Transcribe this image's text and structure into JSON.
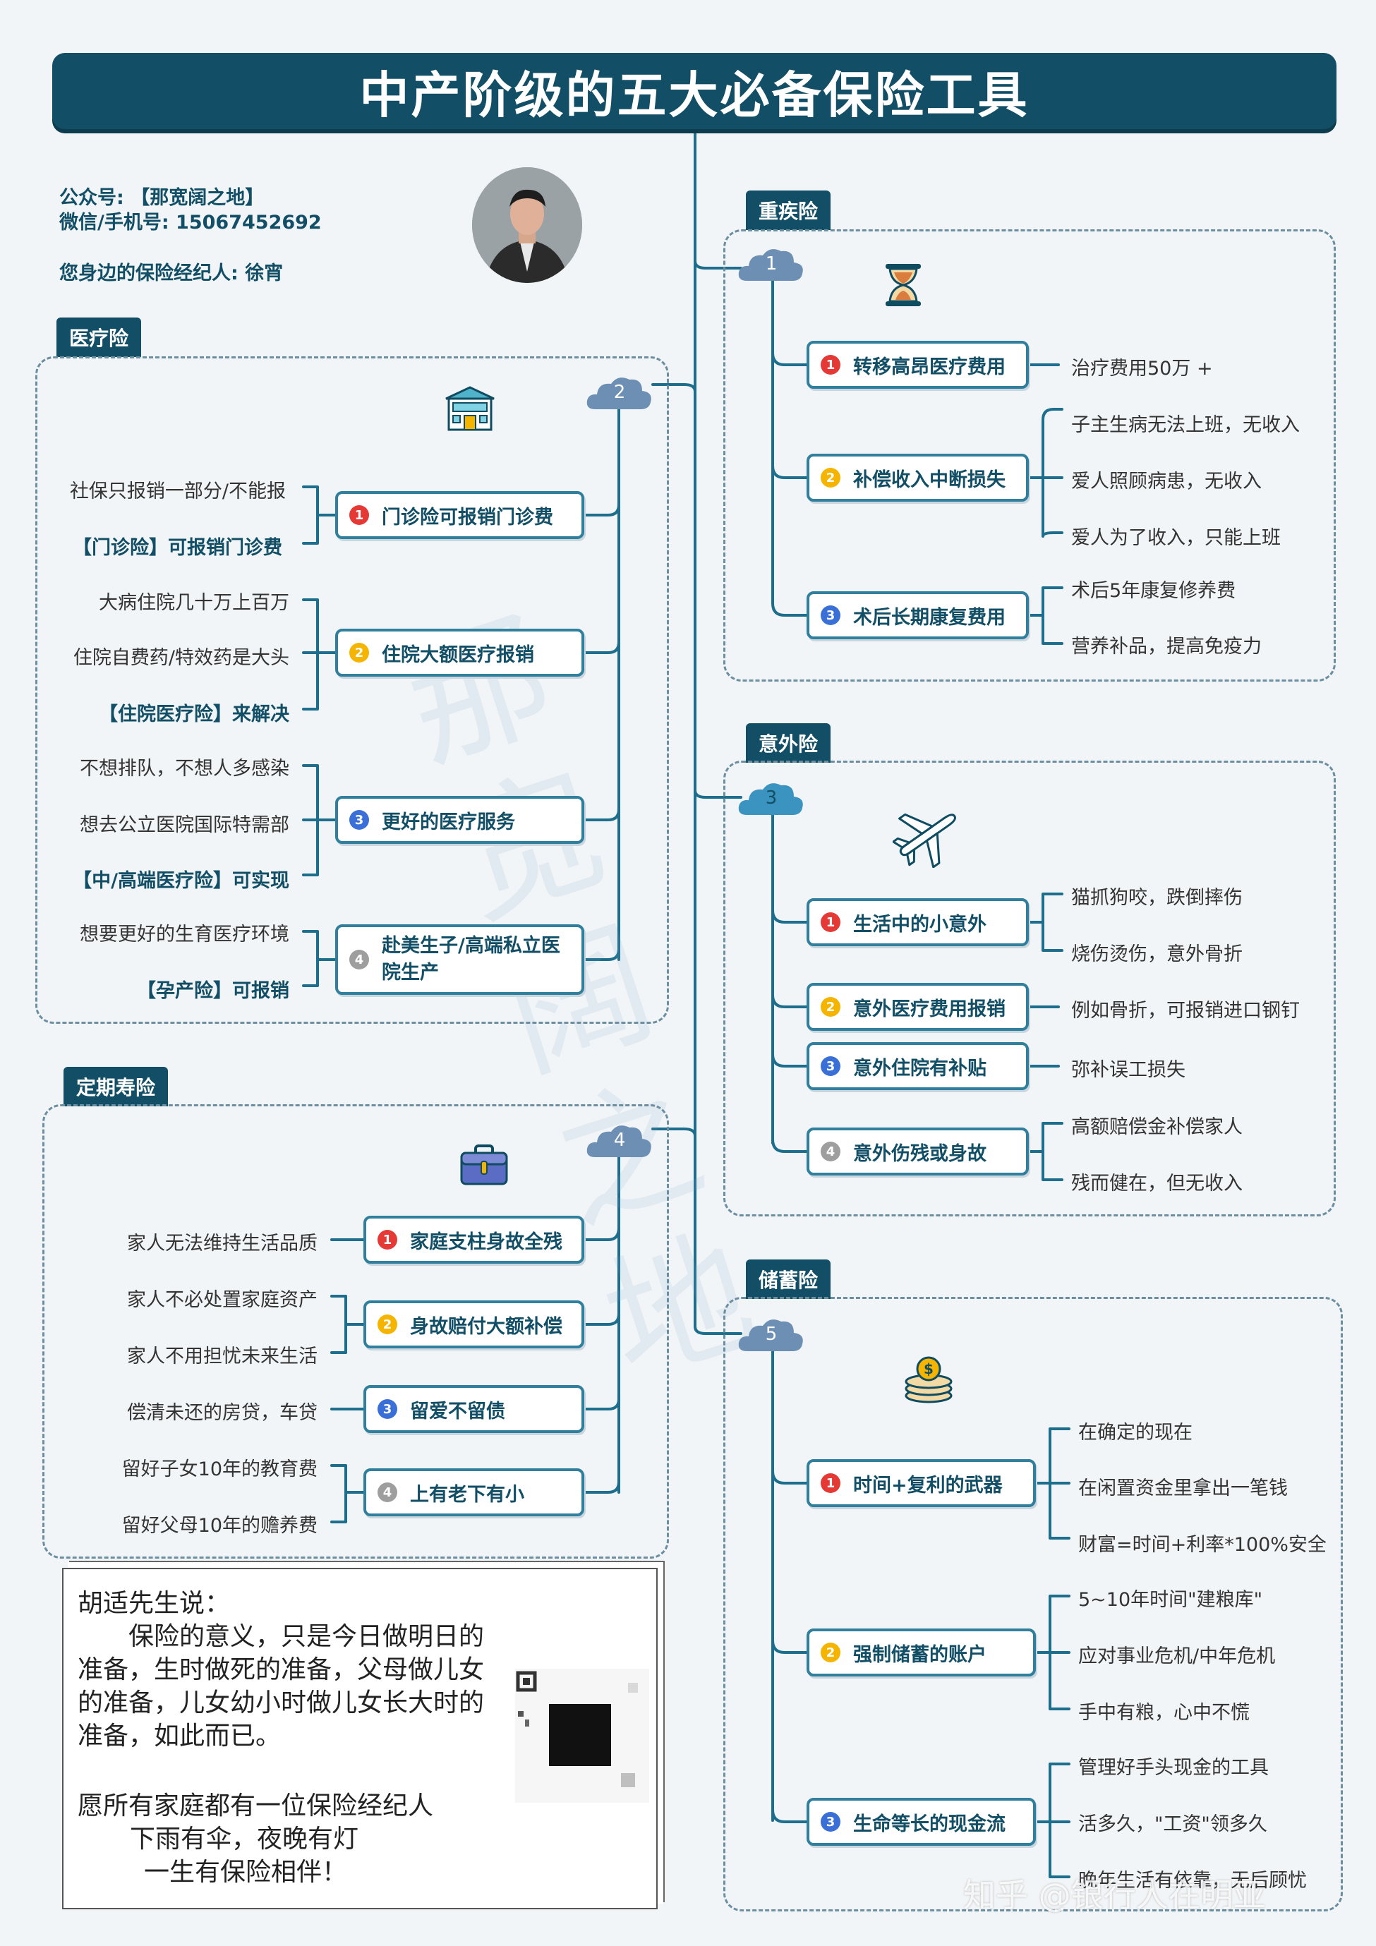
{
  "title": "中产阶级的五大必备保险工具",
  "contact": {
    "line1": "公众号: 【那宽阔之地】",
    "line2": "微信/手机号: 15067452692",
    "line3": "您身边的保险经纪人: 徐宵"
  },
  "sections": {
    "s1": {
      "tag": "重疾险",
      "cloud": "1",
      "icon": "hourglass-icon",
      "nodes": [
        {
          "n": "❶",
          "label": "转移高昂医疗费用",
          "leaves": [
            "治疗费用50万 +"
          ]
        },
        {
          "n": "❷",
          "label": "补偿收入中断损失",
          "leaves": [
            "子主生病无法上班，无收入",
            "爱人照顾病患，无收入",
            "爱人为了收入，只能上班"
          ]
        },
        {
          "n": "❸",
          "label": "术后长期康复费用",
          "leaves": [
            "术后5年康复修养费",
            "营养补品，提高免疫力"
          ]
        }
      ]
    },
    "s2": {
      "tag": "医疗险",
      "cloud": "2",
      "icon": "hospital-icon",
      "nodes": [
        {
          "n": "❶",
          "label": "门诊险可报销门诊费",
          "leaves": [
            "社保只报销一部分/不能报",
            "【门诊险】可报销门诊费"
          ]
        },
        {
          "n": "❷",
          "label": "住院大额医疗报销",
          "leaves": [
            "大病住院几十万上百万",
            "住院自费药/特效药是大头",
            "【住院医疗险】来解决"
          ]
        },
        {
          "n": "❸",
          "label": "更好的医疗服务",
          "leaves": [
            "不想排队，不想人多感染",
            "想去公立医院国际特需部",
            "【中/高端医疗险】可实现"
          ]
        },
        {
          "n": "❹",
          "label": "赴美生子/高端私立医院生产",
          "leaves": [
            "想要更好的生育医疗环境",
            "【孕产险】可报销"
          ]
        }
      ]
    },
    "s3": {
      "tag": "意外险",
      "cloud": "3",
      "icon": "airplane-icon",
      "nodes": [
        {
          "n": "❶",
          "label": "生活中的小意外",
          "leaves": [
            "猫抓狗咬，跌倒摔伤",
            "烧伤烫伤，意外骨折"
          ]
        },
        {
          "n": "❷",
          "label": "意外医疗费用报销",
          "leaves": [
            "例如骨折，可报销进口钢钉"
          ]
        },
        {
          "n": "❸",
          "label": "意外住院有补贴",
          "leaves": [
            "弥补误工损失"
          ]
        },
        {
          "n": "❹",
          "label": "意外伤残或身故",
          "leaves": [
            "高额赔偿金补偿家人",
            "残而健在，但无收入"
          ]
        }
      ]
    },
    "s4": {
      "tag": "定期寿险",
      "cloud": "4",
      "icon": "briefcase-icon",
      "nodes": [
        {
          "n": "❶",
          "label": "家庭支柱身故全残",
          "leaves": [
            "家人无法维持生活品质"
          ]
        },
        {
          "n": "❷",
          "label": "身故赔付大额补偿",
          "leaves": [
            "家人不必处置家庭资产",
            "家人不用担忧未来生活"
          ]
        },
        {
          "n": "❸",
          "label": "留爱不留债",
          "leaves": [
            "偿清未还的房贷，车贷"
          ]
        },
        {
          "n": "❹",
          "label": "上有老下有小",
          "leaves": [
            "留好子女10年的教育费",
            "留好父母10年的赡养费"
          ]
        }
      ]
    },
    "s5": {
      "tag": "储蓄险",
      "cloud": "5",
      "icon": "coins-icon",
      "nodes": [
        {
          "n": "❶",
          "label": "时间+复利的武器",
          "leaves": [
            "在确定的现在",
            "在闲置资金里拿出一笔钱",
            "财富=时间+利率*100%安全"
          ]
        },
        {
          "n": "❷",
          "label": "强制储蓄的账户",
          "leaves": [
            "5~10年时间\"建粮库\"",
            "应对事业危机/中年危机",
            "手中有粮，心中不慌"
          ]
        },
        {
          "n": "❸",
          "label": "生命等长的现金流",
          "leaves": [
            "管理好手头现金的工具",
            "活多久，\"工资\"领多久",
            "晚年生活有依靠，无后顾忧"
          ]
        }
      ]
    }
  },
  "quote": {
    "l1": "胡适先生说：",
    "l2": "保险的意义，只是今日做明日的",
    "l3": "准备，生时做死的准备，父母做儿女",
    "l4": "的准备，儿女幼小时做儿女长大时的",
    "l5": "准备，如此而已。",
    "l6": "愿所有家庭都有一位保险经纪人",
    "l7": "下雨有伞，夜晚有灯",
    "l8": "一生有保险相伴！"
  },
  "watermark": "知乎 @银行人在明亚",
  "bg_watermark": "那宽阔之地",
  "colors": {
    "primary": "#124f66",
    "node_border": "#2f7f9d",
    "line": "#1d6e8c"
  }
}
